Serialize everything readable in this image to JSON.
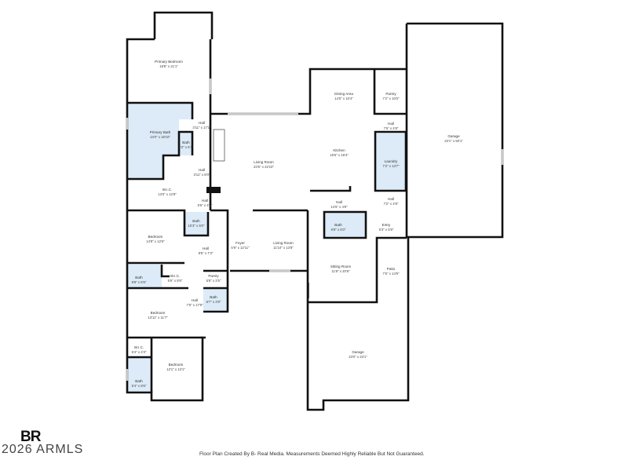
{
  "rooms": [
    {
      "name": "Primary Bedroom",
      "dims": "19'8\" x 21'1\""
    },
    {
      "name": "Primary Bath",
      "dims": "13'0\" x 18'10\""
    },
    {
      "name": "Bath",
      "dims": "3'2\" x 6'1\""
    },
    {
      "name": "Hall",
      "dims": "3'11\" x 17'1\""
    },
    {
      "name": "Hall",
      "dims": "3'11\" x 8'0\""
    },
    {
      "name": "W.I.C.",
      "dims": "13'0\" x 12'8\""
    },
    {
      "name": "Hall",
      "dims": "5'6\" x 4'6\""
    },
    {
      "name": "Living Room",
      "dims": "23'5\" x 22'10\""
    },
    {
      "name": "Dining Area",
      "dims": "14'0\" x 10'4\""
    },
    {
      "name": "Pantry",
      "dims": "7'2\" x 10'0\""
    },
    {
      "name": "Hall",
      "dims": "7'6\" x 4'8\""
    },
    {
      "name": "Kitchen",
      "dims": "15'6\" x 18'4\""
    },
    {
      "name": "Laundry",
      "dims": "7'2\" x 13'7\""
    },
    {
      "name": "Hall",
      "dims": "14'5\" x 4'8\""
    },
    {
      "name": "Hall",
      "dims": "7'2\" x 4'8\""
    },
    {
      "name": "Bath",
      "dims": "9'8\" x 6'0\""
    },
    {
      "name": "Entry",
      "dims": "5'3\" x 5'9\""
    },
    {
      "name": "Foyer",
      "dims": "5'9\" x 12'11\""
    },
    {
      "name": "Living Room",
      "dims": "11'10\" x 13'8\""
    },
    {
      "name": "Sitting Room",
      "dims": "11'8\" x 20'6\""
    },
    {
      "name": "Patio",
      "dims": "7'5\" x 14'9\""
    },
    {
      "name": "Garage",
      "dims": "23'0\" x 23'1\""
    },
    {
      "name": "Garage",
      "dims": "22'1\" x 50'1\""
    },
    {
      "name": "Bath",
      "dims": "10'3\" x 5'0\""
    },
    {
      "name": "Bedroom",
      "dims": "14'9\" x 12'5\""
    },
    {
      "name": "Hall",
      "dims": "8'5\" x 7'3\""
    },
    {
      "name": "Bath",
      "dims": "8'8\" x 5'5\""
    },
    {
      "name": "W.I.C.",
      "dims": "5'6\" x 8'6\""
    },
    {
      "name": "Pantry",
      "dims": "5'8\" x 2'5\""
    },
    {
      "name": "Bath",
      "dims": "5'7\" x 3'8\""
    },
    {
      "name": "Hall",
      "dims": "7'5\" x 17'8\""
    },
    {
      "name": "Bedroom",
      "dims": "13'11\" x 11'7\""
    },
    {
      "name": "W.I.C.",
      "dims": "5'4\" x 4'3\""
    },
    {
      "name": "Bedroom",
      "dims": "12'1\" x 13'1\""
    },
    {
      "name": "Bath",
      "dims": "5'4\" x 8'6\""
    }
  ],
  "footer": {
    "logo": "BR",
    "copyright": "2026 ARMLS",
    "credit": "Floor Plan Created By B- Real Media. Measurements Deemed Highly Reliable But Not Guaranteed."
  },
  "colors": {
    "wet_room_fill": "#dcebf7",
    "wall": "#111111"
  }
}
